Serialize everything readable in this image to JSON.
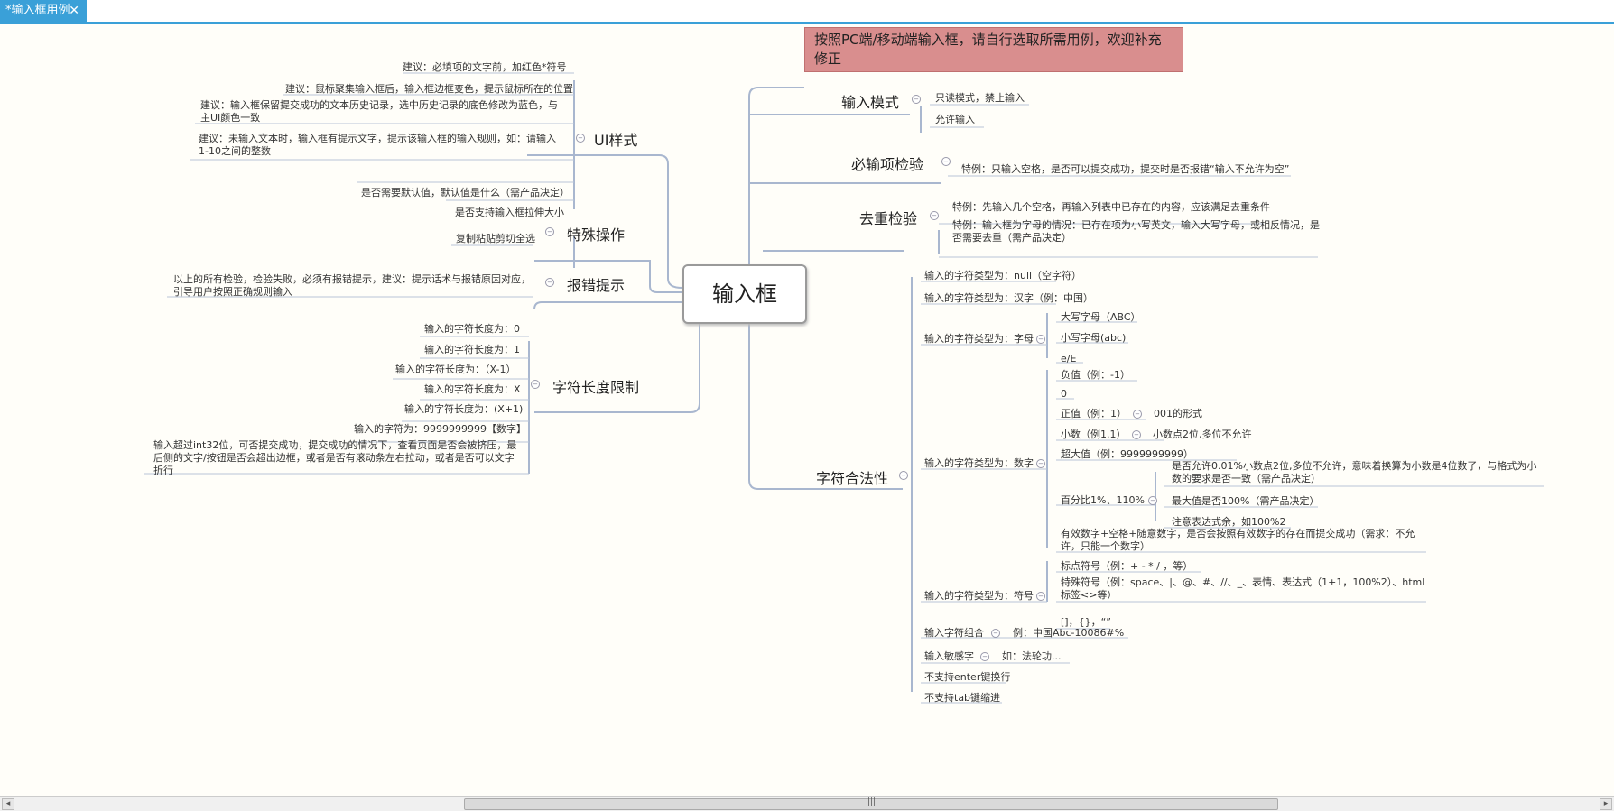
{
  "tab": {
    "title": "*输入框用例",
    "close": "✕"
  },
  "center": "输入框",
  "banner": "按照PC端/移动端输入框，请自行选取所需用例，欢迎补充修正",
  "ui_style": {
    "title": "UI样式",
    "items": [
      "建议：必填项的文字前，加红色*符号",
      "建议：鼠标聚集输入框后，输入框边框变色，提示鼠标所在的位置",
      "建议：输入框保留提交成功的文本历史记录，选中历史记录的底色修改为蓝色，与主UI颜色一致",
      "建议：未输入文本时，输入框有提示文字，提示该输入框的输入规则，如：请输入1-10之间的整数",
      "是否需要默认值，默认值是什么（需产品决定）",
      "是否支持输入框拉伸大小"
    ]
  },
  "special": {
    "title": "特殊操作",
    "items": [
      "复制粘贴剪切全选"
    ]
  },
  "error": {
    "title": "报错提示",
    "items": [
      "以上的所有检验，检验失败，必须有报错提示，建议：提示话术与报错原因对应，引导用户按照正确规则输入"
    ]
  },
  "length": {
    "title": "字符长度限制",
    "items": [
      "输入的字符长度为：0",
      "输入的字符长度为：1",
      "输入的字符长度为：（X-1）",
      "输入的字符长度为：X",
      "输入的字符长度为：(X+1)",
      "输入的字符为：9999999999【数字】",
      "输入超过int32位，可否提交成功，提交成功的情况下，查看页面是否会被挤压，最后侧的文字/按钮是否会超出边框，或者是否有滚动条左右拉动，或者是否可以文字折行"
    ]
  },
  "mode": {
    "title": "输入模式",
    "items": [
      "只读模式，禁止输入",
      "允许输入"
    ]
  },
  "required": {
    "title": "必输项检验",
    "items": [
      "特例：只输入空格，是否可以提交成功，提交时是否报错“输入不允许为空”"
    ]
  },
  "dedup": {
    "title": "去重检验",
    "items": [
      "特例：先输入几个空格，再输入列表中已存在的内容，应该满足去重条件",
      "特例：输入框为字母的情况：已存在项为小写英文，输入大写字母，或相反情况，是否需要去重（需产品决定）"
    ]
  },
  "legal": {
    "title": "字符合法性",
    "null": "输入的字符类型为：null（空字符）",
    "hanzi": "输入的字符类型为：汉字（例：中国）",
    "letters": {
      "label": "输入的字符类型为：字母",
      "items": [
        "大写字母（ABC）",
        "小写字母(abc)",
        "e/E"
      ]
    },
    "digits": {
      "label": "输入的字符类型为：数字",
      "neg": "负值（例：-1）",
      "zero": "0",
      "pos": "正值（例：1）",
      "pos_child": "001的形式",
      "dec": "小数（例1.1）",
      "dec_child": "小数点2位,多位不允许",
      "big": "超大值（例：9999999999）",
      "pct": "百分比1%、110%",
      "pct_items": [
        "是否允许0.01%小数点2位,多位不允许，意味着换算为小数是4位数了，与格式为小数的要求是否一致（需产品决定）",
        "最大值是否100%（需产品决定）",
        "注意表达式余，如100%2"
      ],
      "valid": "有效数字+空格+随意数字，是否会按照有效数字的存在而提交成功（需求：不允许，只能一个数字）"
    },
    "symbols": {
      "label": "输入的字符类型为：符号",
      "items": [
        "标点符号（例：+ - * / ，等）",
        "特殊符号（例：space、|、@、#、//、_、表情、表达式（1+1，100%2）、html标签<>等）",
        "[]，{}，“”"
      ]
    },
    "combo": {
      "label": "输入字符组合",
      "child": "例：中国Abc-10086#%"
    },
    "sensitive": {
      "label": "输入敏感字",
      "child": "如：法轮功..."
    },
    "enter": "不支持enter键换行",
    "tab": "不支持tab键缩进"
  }
}
